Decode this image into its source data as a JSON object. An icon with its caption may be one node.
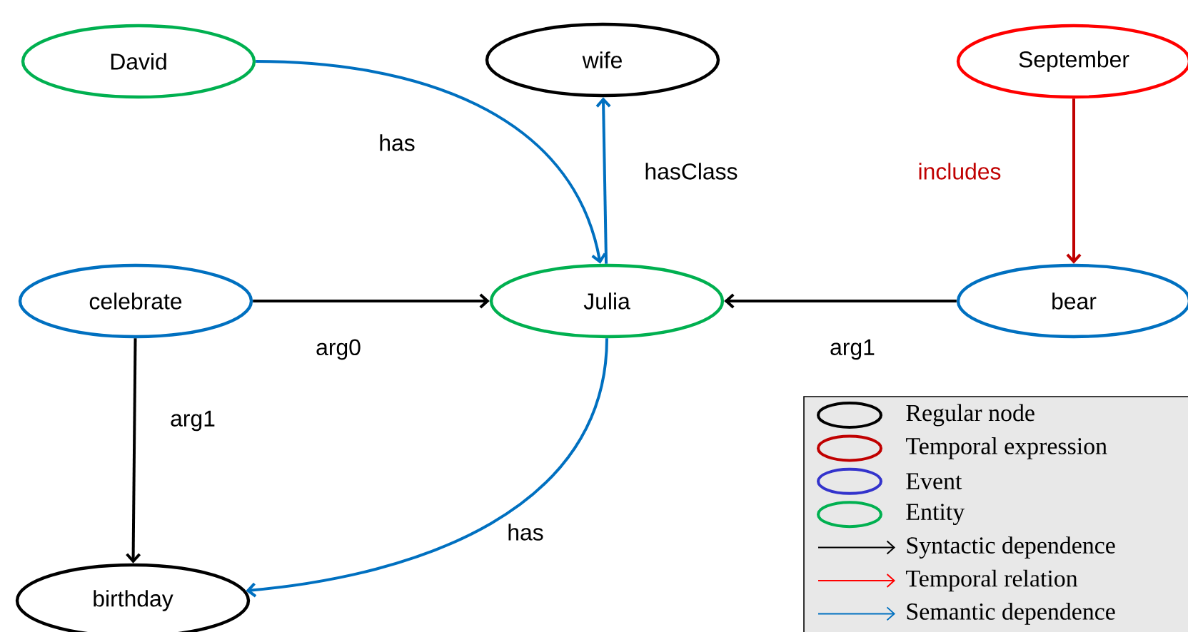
{
  "diagram": {
    "nodes": [
      {
        "text": [
          "David"
        ]
      },
      {
        "text": [
          "wife"
        ]
      },
      {
        "text": [
          "September"
        ]
      },
      {
        "text": [
          "celebrate"
        ]
      },
      {
        "text": [
          "Julia"
        ]
      },
      {
        "text": [
          "bear"
        ]
      },
      {
        "text": [
          "birthday"
        ]
      }
    ],
    "edges": [
      {
        "from": 0,
        "to": 4,
        "arrow": "to",
        "label": "has",
        "color": "#0070c0"
      },
      {
        "from": 4,
        "to": 1,
        "arrow": "to",
        "label": "hasClass",
        "color": "#0070c0"
      },
      {
        "from": 2,
        "to": 5,
        "arrow": "to",
        "label": "includes",
        "color": "#c00000"
      },
      {
        "from": 3,
        "to": 4,
        "arrow": "to",
        "label": "arg0",
        "color": "#000000"
      },
      {
        "from": 5,
        "to": 4,
        "arrow": "to",
        "label": "arg1",
        "color": "#000000"
      },
      {
        "from": 3,
        "to": 6,
        "arrow": "to",
        "label": "arg1",
        "color": "#000000"
      },
      {
        "from": 4,
        "to": 6,
        "arrow": "to",
        "label": "has",
        "color": "#0070c0"
      }
    ],
    "legend": [
      {
        "text": "Regular node"
      },
      {
        "text": "Temporal expression"
      },
      {
        "text": "Event"
      },
      {
        "text": "Entity"
      },
      {
        "text": "Syntactic dependence"
      },
      {
        "text": "Temporal relation"
      },
      {
        "text": "Semantic dependence"
      }
    ]
  }
}
